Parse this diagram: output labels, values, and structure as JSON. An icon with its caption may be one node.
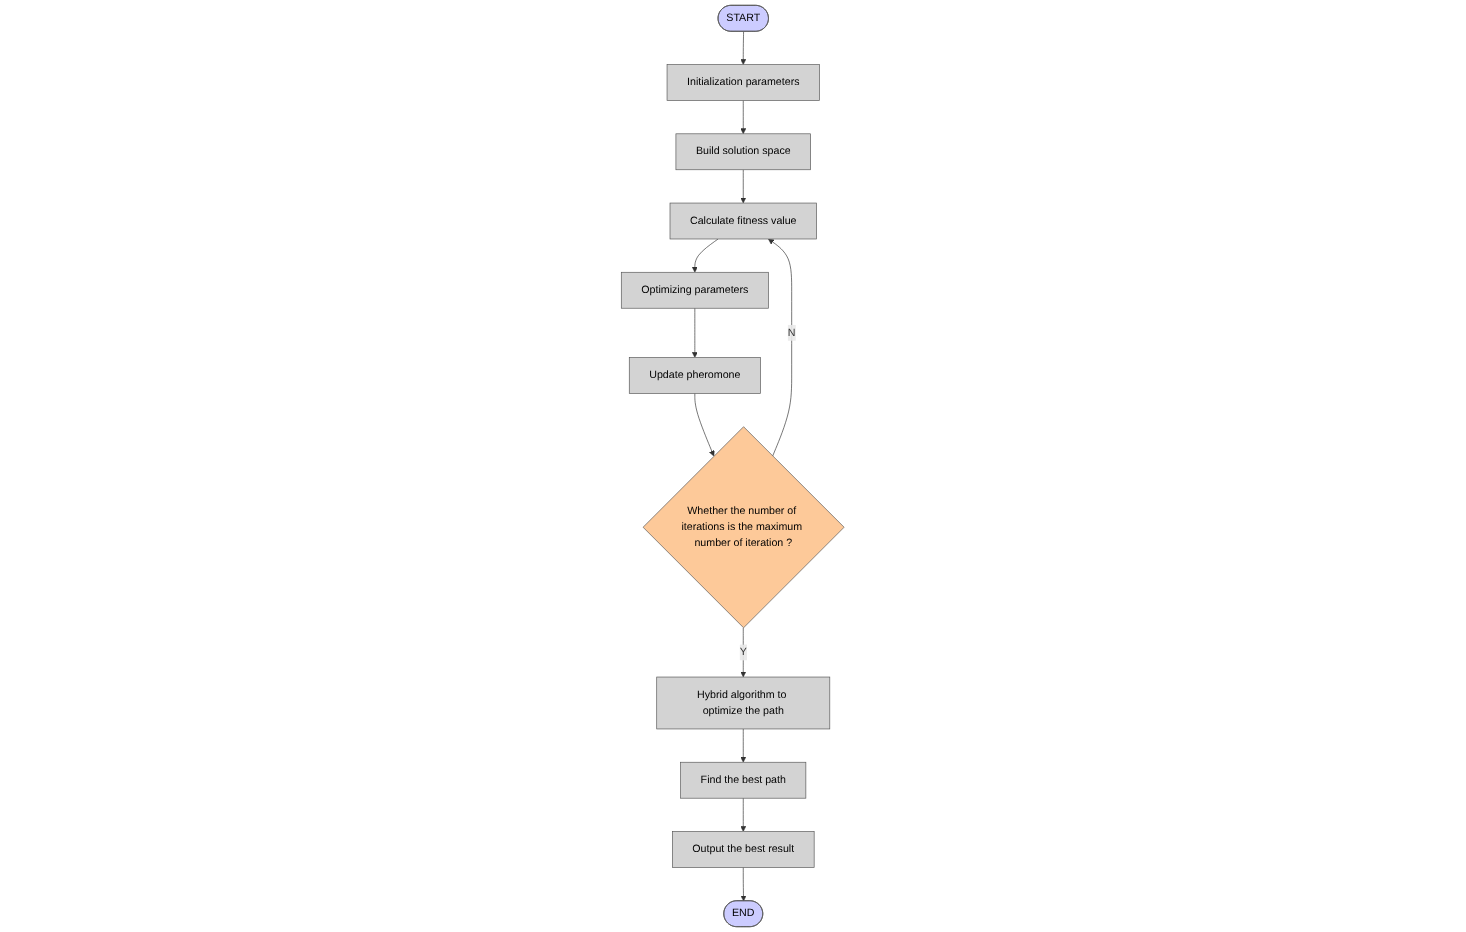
{
  "diagram": {
    "nodes": [
      {
        "text": [
          "START"
        ]
      },
      {
        "text": [
          "Initialization parameters"
        ]
      },
      {
        "text": [
          "Build solution space"
        ]
      },
      {
        "text": [
          "Calculate fitness value"
        ]
      },
      {
        "text": [
          "Optimizing parameters"
        ]
      },
      {
        "text": [
          "Update pheromone"
        ]
      },
      {
        "text": [
          "Whether the number of iterations is the maximum number of iteration ?"
        ]
      },
      {
        "text": [
          "Hybrid algorithm to optimize the path"
        ]
      },
      {
        "text": [
          "Find the best path"
        ]
      },
      {
        "text": [
          "Output the best result"
        ]
      },
      {
        "text": [
          "END"
        ]
      }
    ],
    "edges": [
      {
        "from": 0,
        "to": 1,
        "arrow": "to"
      },
      {
        "from": 1,
        "to": 2,
        "arrow": "to"
      },
      {
        "from": 2,
        "to": 3,
        "arrow": "to"
      },
      {
        "from": 3,
        "to": 4,
        "arrow": "to"
      },
      {
        "from": 4,
        "to": 5,
        "arrow": "to"
      },
      {
        "from": 5,
        "to": 6,
        "arrow": "to"
      },
      {
        "from": 6,
        "to": 3,
        "label": "N",
        "arrow": "to"
      },
      {
        "from": 6,
        "to": 7,
        "label": "Y",
        "arrow": "to"
      },
      {
        "from": 7,
        "to": 8,
        "arrow": "to"
      },
      {
        "from": 8,
        "to": 9,
        "arrow": "to"
      },
      {
        "from": 9,
        "to": 10,
        "arrow": "to"
      }
    ]
  }
}
